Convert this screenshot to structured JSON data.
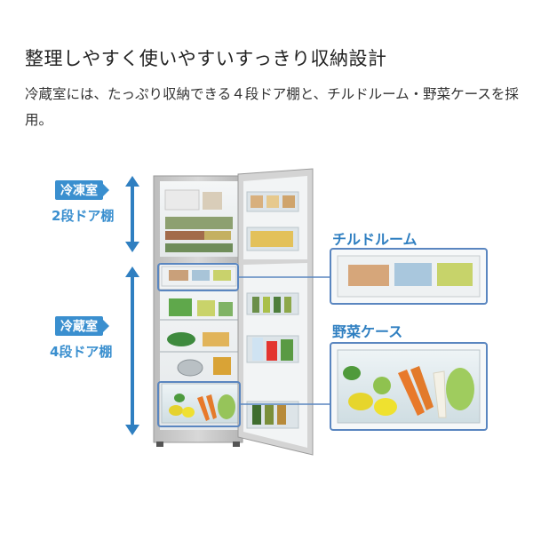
{
  "title": "整理しやすく使いやすいすっきり収納設計",
  "description": "冷蔵室には、たっぷり収納できる４段ドア棚と、チルドルーム・野菜ケースを採用。",
  "freezer": {
    "tag": "冷凍室",
    "label": "2段ドア棚"
  },
  "fridge": {
    "tag": "冷蔵室",
    "label": "4段ドア棚"
  },
  "chilled_room": {
    "label": "チルドルーム"
  },
  "vegetable_case": {
    "label": "野菜ケース"
  },
  "colors": {
    "accent": "#3a8fcf",
    "callout_border": "#5a86c0",
    "arrow": "#2f7fc1"
  }
}
